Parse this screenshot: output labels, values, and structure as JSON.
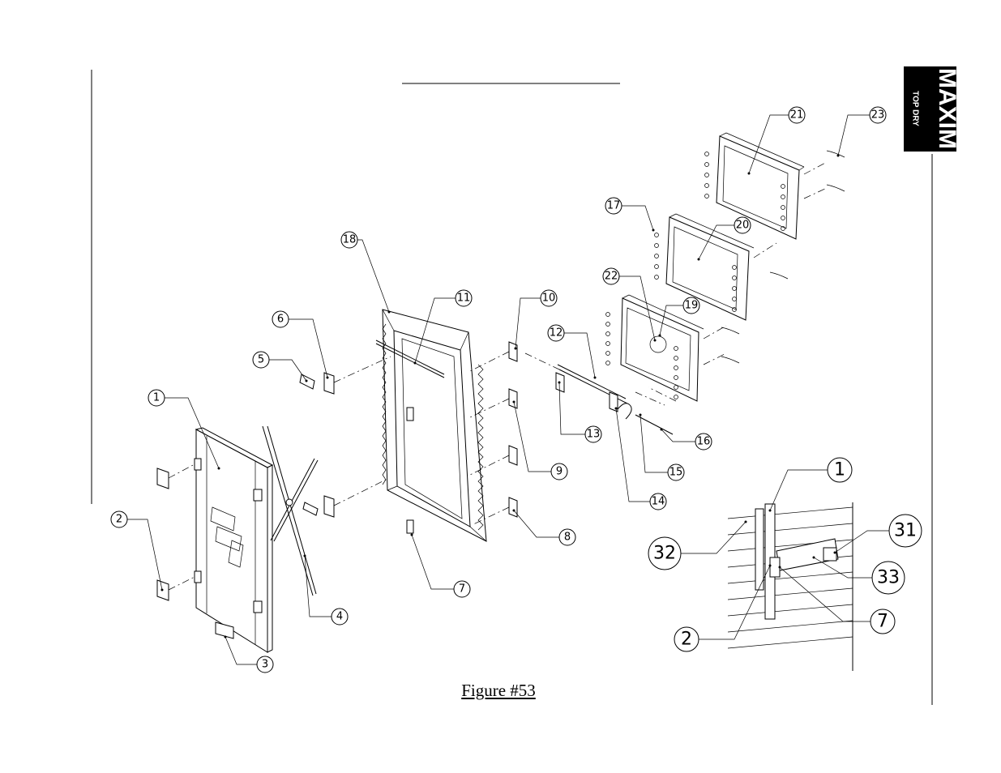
{
  "figure": {
    "caption": "Figure #53"
  },
  "logo": {
    "brand": "MAXIM",
    "tagline": "TOP DRY",
    "bg_color": "#000000",
    "fg_color": "#ffffff"
  },
  "callouts": [
    {
      "label": "1"
    },
    {
      "label": "2"
    },
    {
      "label": "3"
    },
    {
      "label": "4"
    },
    {
      "label": "5"
    },
    {
      "label": "6"
    },
    {
      "label": "7"
    },
    {
      "label": "8"
    },
    {
      "label": "9"
    },
    {
      "label": "10"
    },
    {
      "label": "11"
    },
    {
      "label": "12"
    },
    {
      "label": "13"
    },
    {
      "label": "14"
    },
    {
      "label": "15"
    },
    {
      "label": "16"
    },
    {
      "label": "17"
    },
    {
      "label": "18"
    },
    {
      "label": "19"
    },
    {
      "label": "20"
    },
    {
      "label": "21"
    },
    {
      "label": "22"
    },
    {
      "label": "23"
    }
  ],
  "detail_callouts": [
    {
      "label": "1"
    },
    {
      "label": "31"
    },
    {
      "label": "32"
    },
    {
      "label": "33"
    },
    {
      "label": "2"
    },
    {
      "label": "7"
    }
  ]
}
